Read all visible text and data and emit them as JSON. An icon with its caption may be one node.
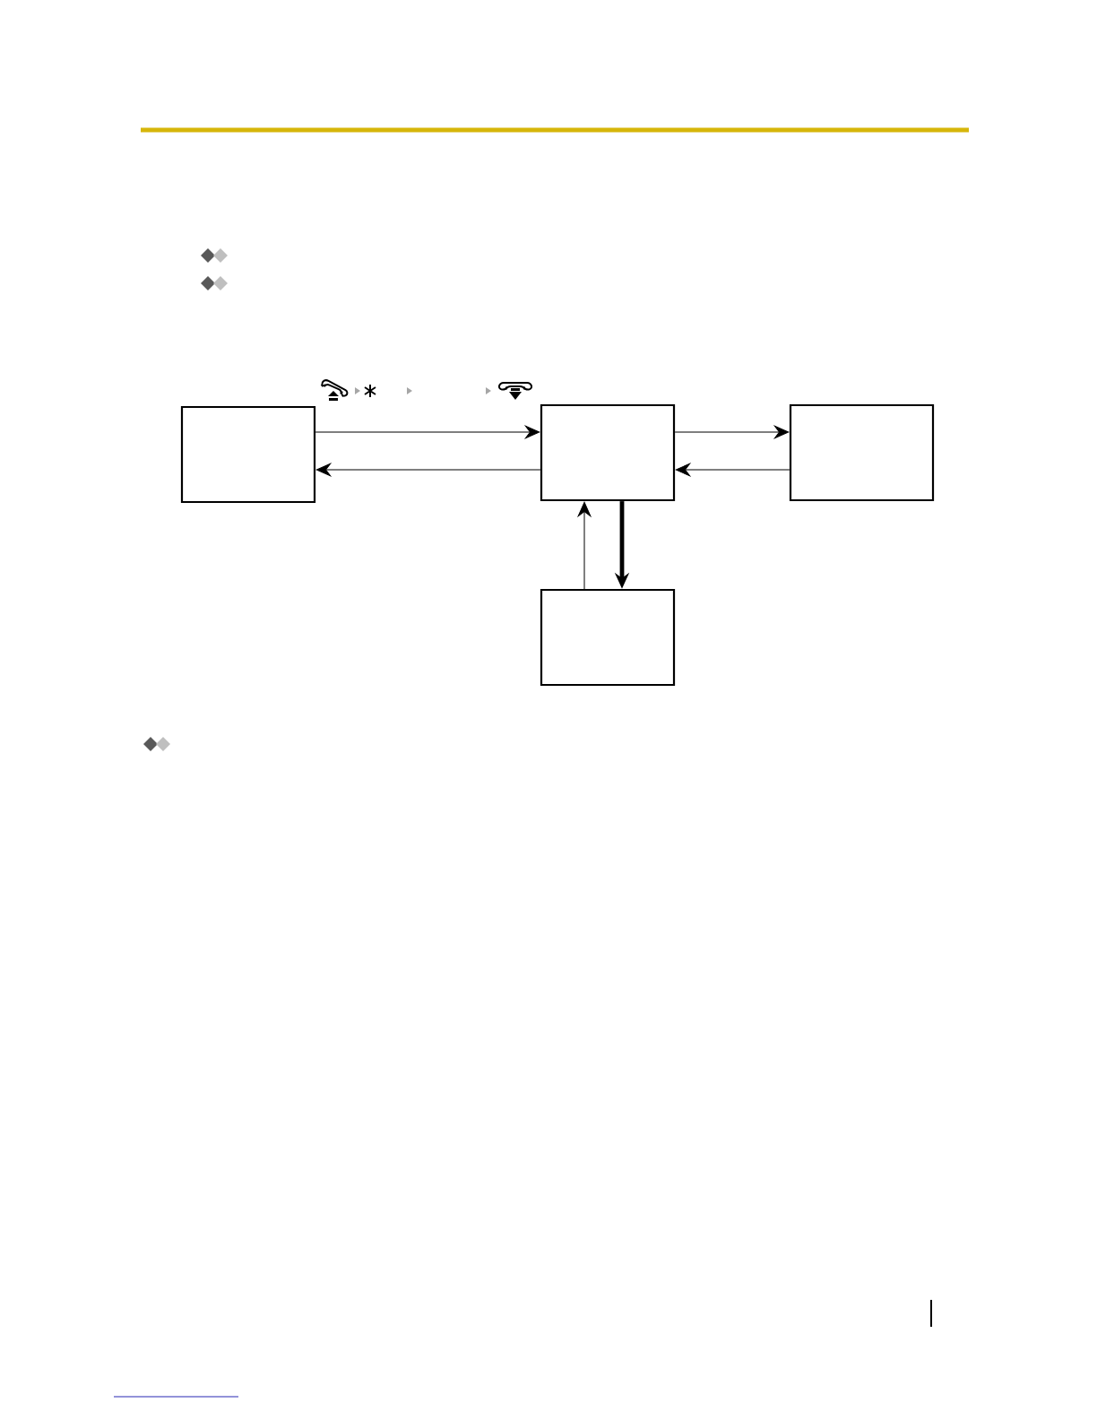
{
  "diagram": {
    "nodes": [
      {
        "text": [],
        "shape": "box"
      },
      {
        "text": [],
        "shape": "box"
      },
      {
        "text": [],
        "shape": "box"
      },
      {
        "text": [],
        "shape": "box"
      }
    ],
    "edges": [
      {
        "from": 0,
        "to": 1,
        "arrow": "to"
      },
      {
        "from": 1,
        "to": 0,
        "arrow": "to"
      },
      {
        "from": 1,
        "to": 2,
        "arrow": "to"
      },
      {
        "from": 2,
        "to": 1,
        "arrow": "to"
      },
      {
        "from": 1,
        "to": 3,
        "arrow": "to",
        "style": "thick"
      },
      {
        "from": 3,
        "to": 1,
        "arrow": "to"
      }
    ]
  }
}
